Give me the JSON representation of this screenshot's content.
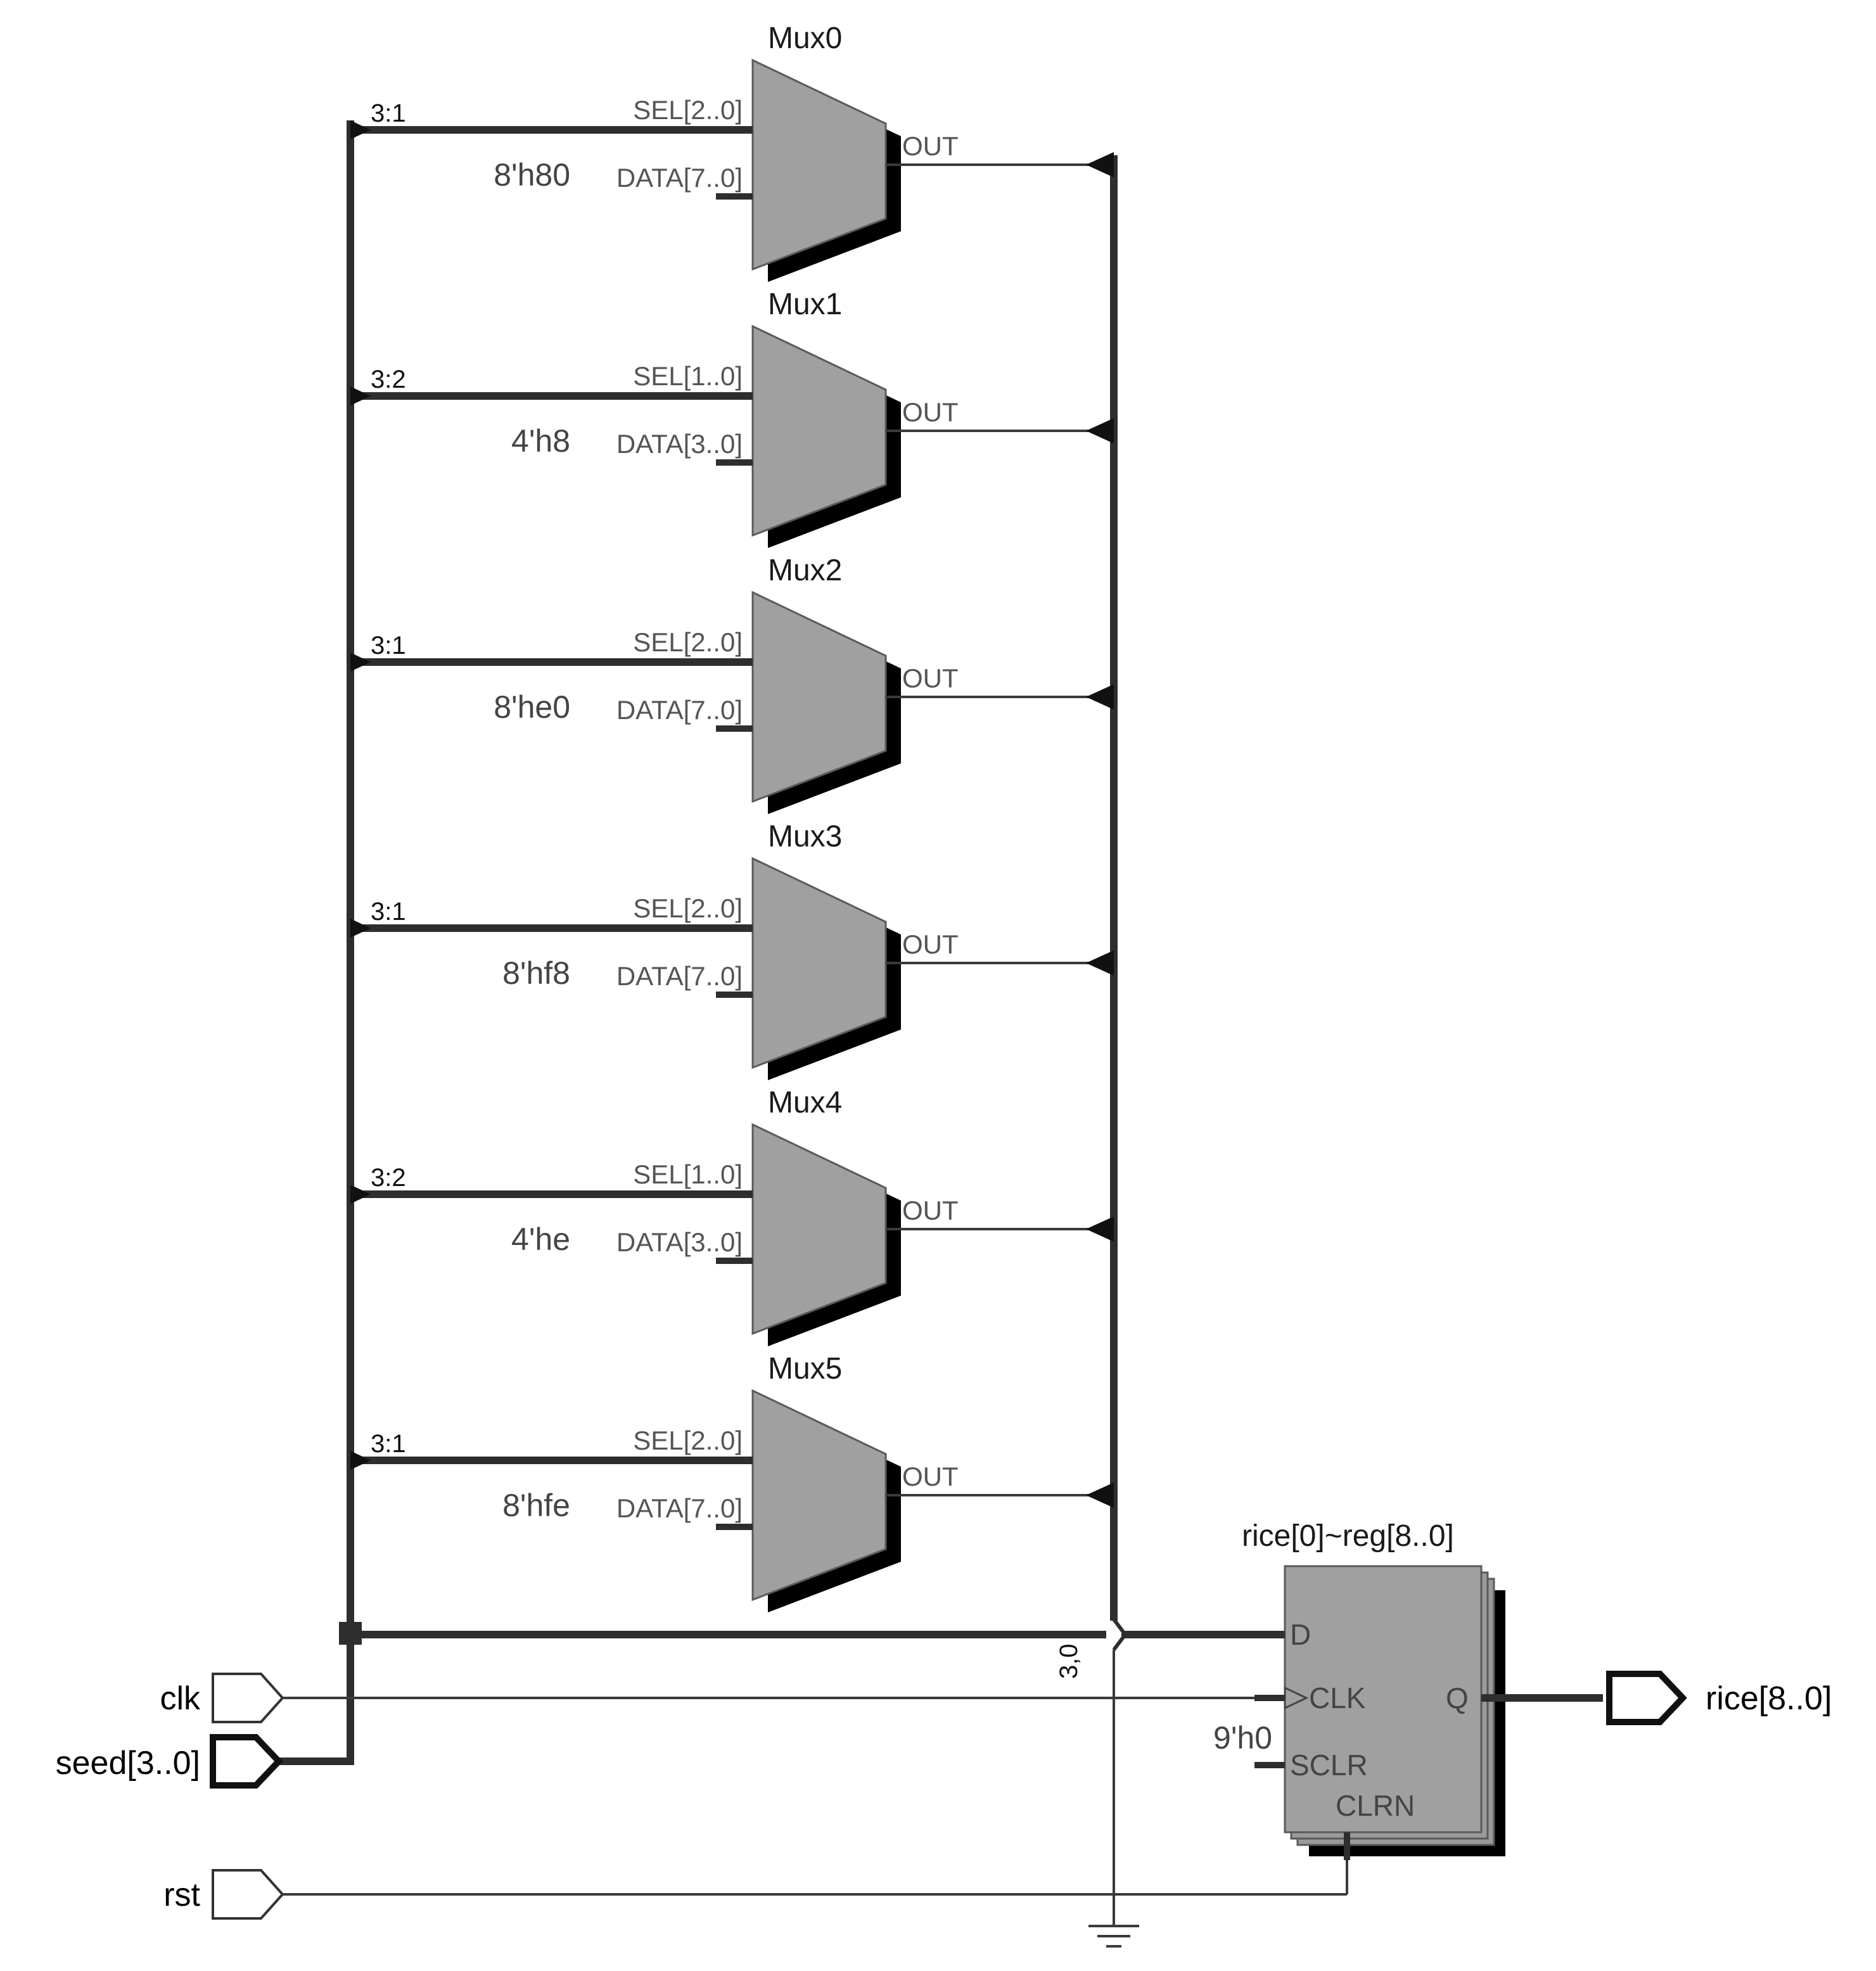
{
  "diagram": {
    "muxes": [
      {
        "name": "Mux0",
        "bus_slice": "3:1",
        "sel_label": "SEL[2..0]",
        "data_label": "DATA[7..0]",
        "const": "8'h80",
        "out_label": "OUT"
      },
      {
        "name": "Mux1",
        "bus_slice": "3:2",
        "sel_label": "SEL[1..0]",
        "data_label": "DATA[3..0]",
        "const": "4'h8",
        "out_label": "OUT"
      },
      {
        "name": "Mux2",
        "bus_slice": "3:1",
        "sel_label": "SEL[2..0]",
        "data_label": "DATA[7..0]",
        "const": "8'he0",
        "out_label": "OUT"
      },
      {
        "name": "Mux3",
        "bus_slice": "3:1",
        "sel_label": "SEL[2..0]",
        "data_label": "DATA[7..0]",
        "const": "8'hf8",
        "out_label": "OUT"
      },
      {
        "name": "Mux4",
        "bus_slice": "3:2",
        "sel_label": "SEL[1..0]",
        "data_label": "DATA[3..0]",
        "const": "4'he",
        "out_label": "OUT"
      },
      {
        "name": "Mux5",
        "bus_slice": "3:1",
        "sel_label": "SEL[2..0]",
        "data_label": "DATA[7..0]",
        "const": "8'hfe",
        "out_label": "OUT"
      }
    ],
    "register": {
      "name": "rice[0]~reg[8..0]",
      "pin_d": "D",
      "pin_clk": "CLK",
      "pin_sclr": "SCLR",
      "pin_clrn": "CLRN",
      "pin_q": "Q",
      "sclr_const": "9'h0"
    },
    "bus_merge_label": "3,0",
    "inputs": {
      "clk": "clk",
      "seed": "seed[3..0]",
      "rst": "rst"
    },
    "output": "rice[8..0]",
    "colors": {
      "block_fill": "#a0a0a0",
      "block_shadow": "#000000",
      "wire": "#3a3a3a",
      "bus": "#2e2e2e"
    }
  }
}
